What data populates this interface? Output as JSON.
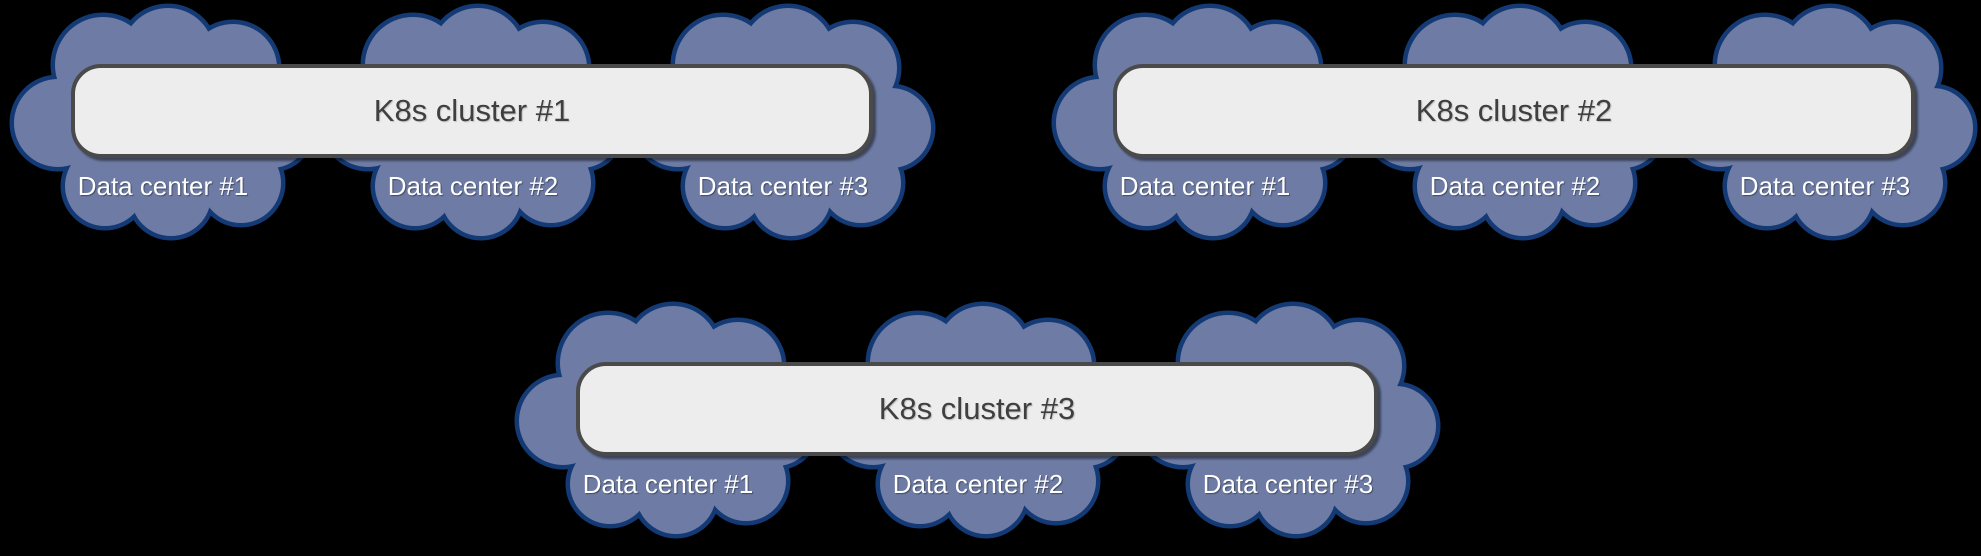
{
  "colors": {
    "background": "#000000",
    "cloud_fill": "#6E7CA5",
    "cloud_border": "#143A75",
    "box_fill": "#EDEDED",
    "box_border": "#4A4A4A",
    "box_text": "#3F3F3F",
    "cloud_text": "#FFFFFF"
  },
  "groups": [
    {
      "cluster_label": "K8s cluster #1",
      "data_centers": [
        "Data center #1",
        "Data center #2",
        "Data center #3"
      ]
    },
    {
      "cluster_label": "K8s cluster #2",
      "data_centers": [
        "Data center #1",
        "Data center #2",
        "Data center #3"
      ]
    },
    {
      "cluster_label": "K8s cluster #3",
      "data_centers": [
        "Data center #1",
        "Data center #2",
        "Data center #3"
      ]
    }
  ]
}
